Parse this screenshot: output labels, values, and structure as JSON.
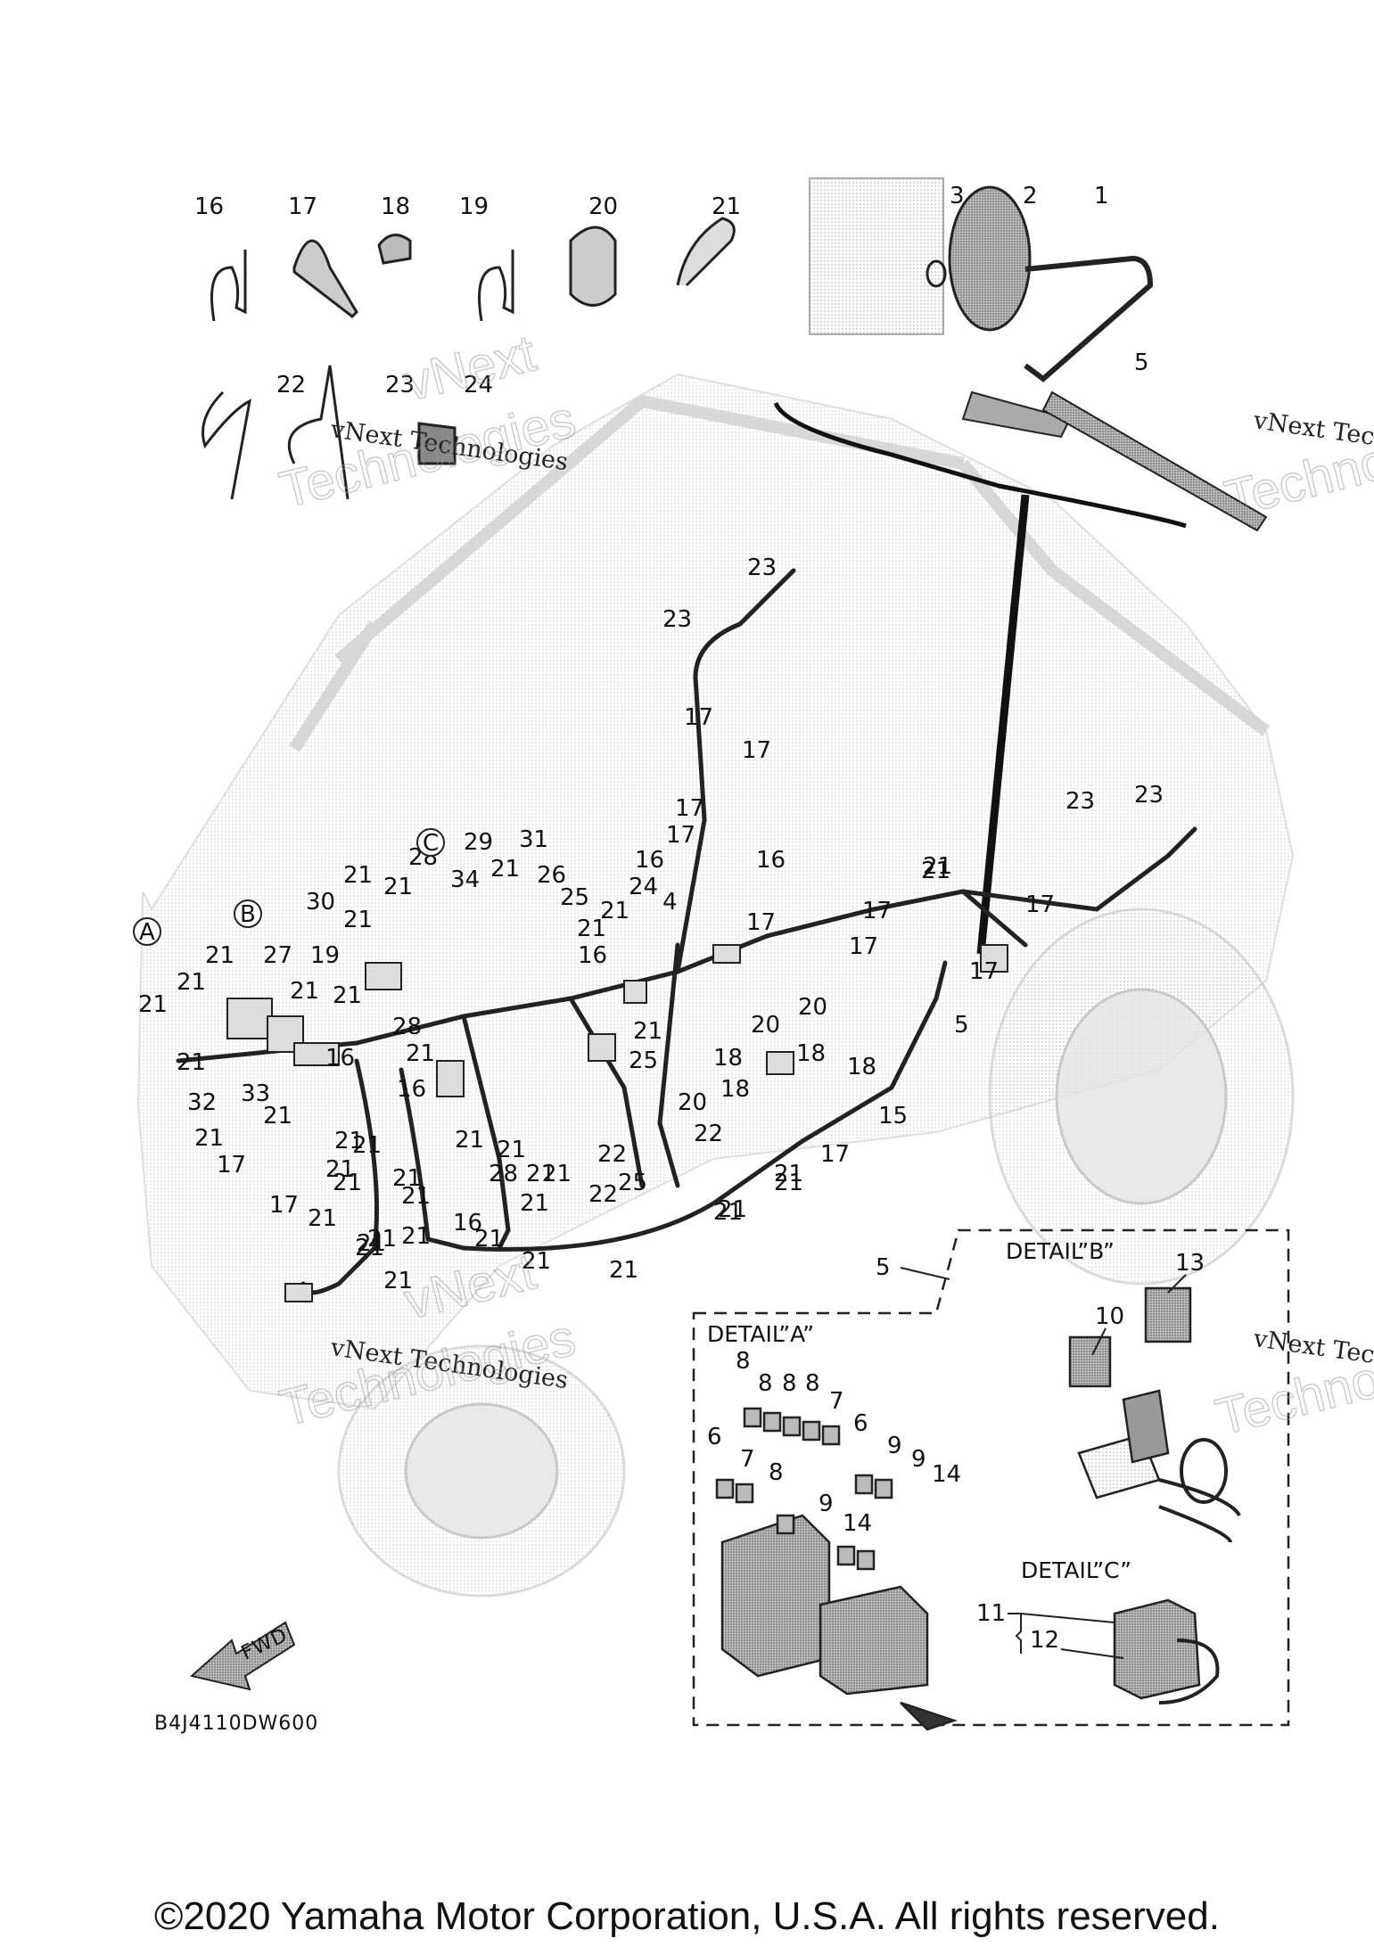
{
  "diagram": {
    "part_code": "B4J4110DW600",
    "fwd_label": "FWD",
    "copyright": "©2020 Yamaha Motor Corporation, U.S.A. All rights reserved.",
    "watermark": {
      "line1": "vNext Technologies",
      "big1": "vNext",
      "big2": "Technologies",
      "partial": "vNext Tec",
      "partial_big": "Technolo"
    },
    "detail_a": "DETAIL”A”",
    "detail_b": "DETAIL”B”",
    "detail_c": "DETAIL”C”",
    "letters": [
      "A",
      "B",
      "C"
    ],
    "top_numbers": [
      "16",
      "17",
      "18",
      "19",
      "20",
      "21",
      "22",
      "23",
      "24",
      "3",
      "2",
      "1",
      "5"
    ],
    "callouts": [
      "23",
      "23",
      "23",
      "17",
      "17",
      "17",
      "17",
      "16",
      "16",
      "24",
      "4",
      "17",
      "23",
      "21",
      "17",
      "17",
      "17",
      "17",
      "5",
      "29",
      "31",
      "28",
      "34",
      "21",
      "26",
      "21",
      "21",
      "25",
      "30",
      "21",
      "21",
      "21",
      "16",
      "27",
      "19",
      "21",
      "21",
      "21",
      "21",
      "21",
      "28",
      "16",
      "32",
      "33",
      "21",
      "21",
      "16",
      "17",
      "21",
      "21",
      "17",
      "20",
      "20",
      "21",
      "25",
      "18",
      "18",
      "18",
      "20",
      "18",
      "22",
      "15",
      "17",
      "21",
      "21",
      "21",
      "21",
      "21",
      "21",
      "21",
      "21",
      "21",
      "16",
      "21",
      "28",
      "21",
      "21",
      "21",
      "22",
      "22",
      "25",
      "21",
      "21",
      "21",
      "21",
      "21",
      "21",
      "21",
      "5",
      "10",
      "13",
      "8",
      "8",
      "8",
      "8",
      "7",
      "6",
      "6",
      "7",
      "9",
      "9",
      "14",
      "8",
      "9",
      "14",
      "11",
      "12",
      "21",
      "21",
      "21",
      "21",
      "21"
    ]
  }
}
